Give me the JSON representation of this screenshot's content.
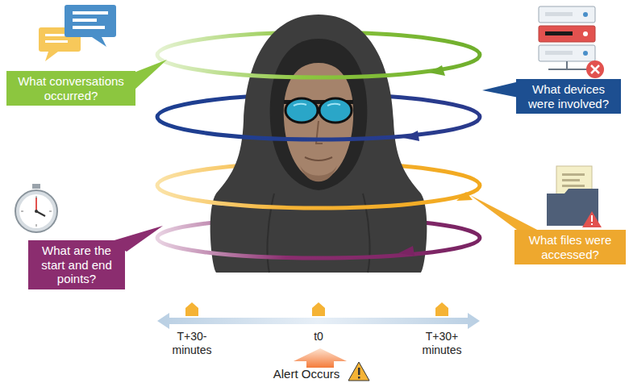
{
  "diagram": {
    "nodes": [
      {
        "text": [
          "What conversations occurred?"
        ]
      },
      {
        "text": [
          "What devices were involved?"
        ]
      },
      {
        "text": [
          "What files were accessed?"
        ]
      },
      {
        "text": [
          "What are the start and end points?"
        ]
      }
    ],
    "labels": [
      "T+30- minutes",
      "t0",
      "T+30+ minutes",
      "Alert Occurs"
    ]
  }
}
